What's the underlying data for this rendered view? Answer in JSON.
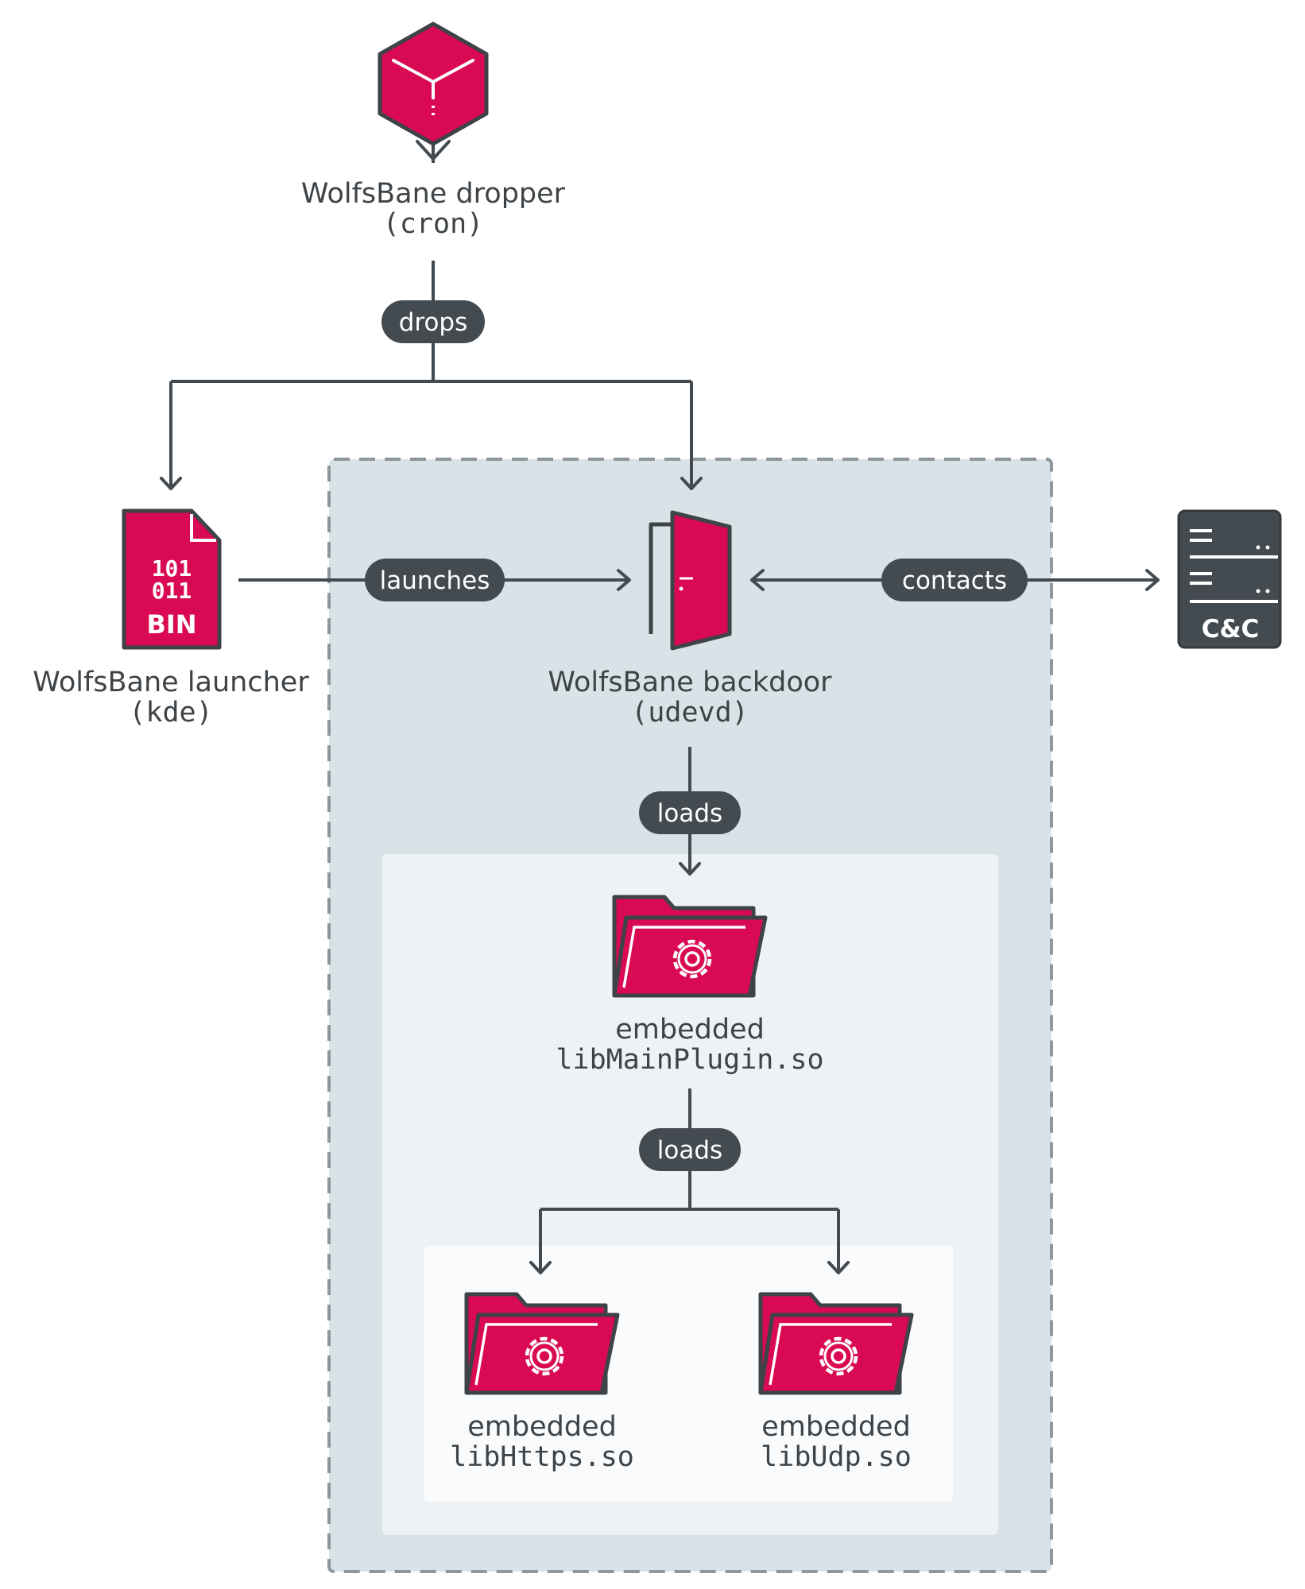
{
  "colors": {
    "accent": "#d90a53",
    "dark": "#434a50",
    "zone_outer": "#d8e2e7",
    "zone_mid": "#eef2f4",
    "zone_inner": "#fafbfc"
  },
  "nodes": {
    "dropper": {
      "line1": "WolfsBane dropper",
      "line2": "(cron)",
      "icon": "cube-icon"
    },
    "launcher": {
      "line1": "WolfsBane launcher",
      "line2": "(kde)",
      "icon": "binary-file-icon",
      "icon_text_1": "101",
      "icon_text_2": "011",
      "icon_text_3": "BIN"
    },
    "backdoor": {
      "line1": "WolfsBane backdoor",
      "line2": "(udevd)",
      "icon": "door-icon"
    },
    "cnc": {
      "label": "C&C",
      "icon": "server-icon"
    },
    "main_plugin": {
      "line1": "embedded",
      "line2": "libMainPlugin.so",
      "icon": "gear-folder-icon"
    },
    "https_plugin": {
      "line1": "embedded",
      "line2": "libHttps.so",
      "icon": "gear-folder-icon"
    },
    "udp_plugin": {
      "line1": "embedded",
      "line2": "libUdp.so",
      "icon": "gear-folder-icon"
    }
  },
  "edges": {
    "drops": "drops",
    "launches": "launches",
    "contacts": "contacts",
    "loads_1": "loads",
    "loads_2": "loads"
  }
}
